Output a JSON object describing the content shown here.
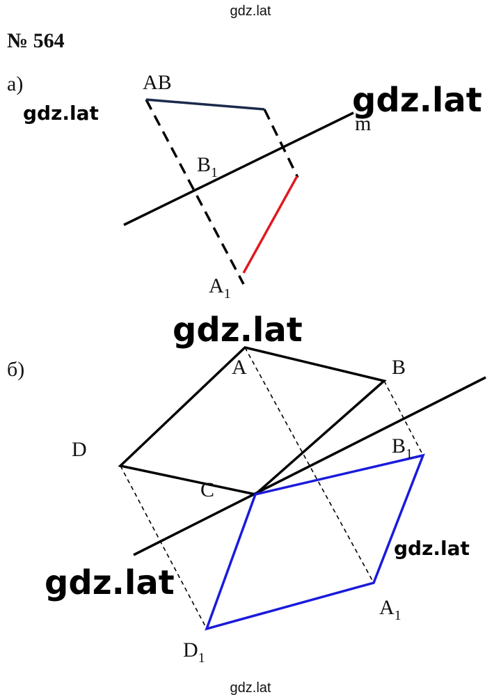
{
  "watermark": {
    "site": "gdz.lat",
    "big": "gdz.lat",
    "cut": "gdz.lat"
  },
  "problem": {
    "number": "№ 564"
  },
  "part_a": {
    "label": "а)",
    "point_ab": "AB",
    "line_m": "m",
    "point_b1": "B",
    "point_a1": "A",
    "subscript": "1",
    "colors": {
      "ab_segment": "#1a2a4a",
      "image_segment": "#e0191f",
      "dash": "#000000"
    }
  },
  "part_b": {
    "label": "б)",
    "point_a": "A",
    "point_b": "B",
    "point_c": "C",
    "point_d": "D",
    "point_a1": "A",
    "point_b1": "B",
    "point_d1": "D",
    "subscript": "1",
    "colors": {
      "original": "#000000",
      "image": "#1a1adc",
      "dash": "#000000"
    }
  }
}
